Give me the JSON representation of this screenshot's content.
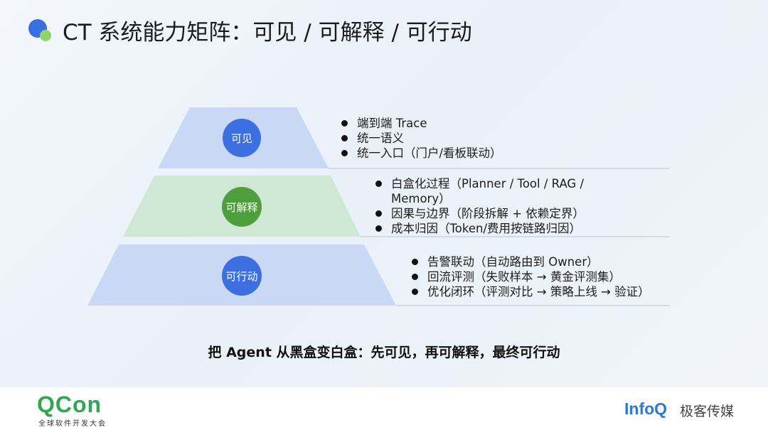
{
  "title": "CT 系统能力矩阵：可见 / 可解释 / 可行动",
  "tiers": [
    {
      "label": "可见",
      "bullets": [
        "端到端 Trace",
        "统一语义",
        "统一入口（门户/看板联动）"
      ]
    },
    {
      "label": "可解释",
      "bullets": [
        "白盒化过程（Planner / Tool / RAG /",
        "Memory）",
        "因果与边界（阶段拆解 + 依赖定界）",
        "成本归因（Token/费用按链路归因）"
      ]
    },
    {
      "label": "可行动",
      "bullets": [
        "告警联动（自动路由到 Owner）",
        "回流评测（失败样本 → 黄金评测集）",
        "优化闭环（评测对比 → 策略上线 → 验证）"
      ]
    }
  ],
  "tagline": "把 Agent 从黑盒变白盒：先可见，再可解释，最终可行动",
  "footer": {
    "qcon_logo": "QCon",
    "qcon_subtitle": "全球软件开发大会",
    "infoq_logo": "InfoQ",
    "infoq_subtitle": "极客传媒"
  },
  "colors": {
    "tier1_fill": "#c9d9f5",
    "tier2_fill": "#cfe8d6",
    "tier3_fill": "#c9d9f5",
    "circle_blue": "#3c6fe0",
    "circle_green": "#4e9e3c",
    "divider": "#b9c4d2"
  }
}
